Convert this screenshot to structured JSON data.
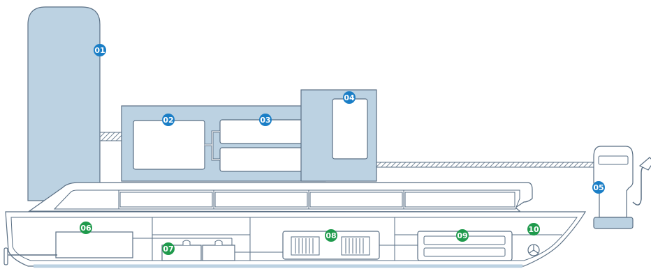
{
  "colors": {
    "outline": "#5a6f84",
    "fill_light": "#bcd2e2",
    "white": "#ffffff",
    "badge_blue": "#1a7ec6",
    "badge_green": "#1f9a4c"
  },
  "markers": [
    {
      "id": "m01",
      "label": "01",
      "color": "badge_blue"
    },
    {
      "id": "m02",
      "label": "02",
      "color": "badge_blue"
    },
    {
      "id": "m03",
      "label": "03",
      "color": "badge_blue"
    },
    {
      "id": "m04",
      "label": "04",
      "color": "badge_blue"
    },
    {
      "id": "m05",
      "label": "05",
      "color": "badge_blue"
    },
    {
      "id": "m06",
      "label": "06",
      "color": "badge_green"
    },
    {
      "id": "m07",
      "label": "07",
      "color": "badge_green"
    },
    {
      "id": "m08",
      "label": "08",
      "color": "badge_green"
    },
    {
      "id": "m09",
      "label": "09",
      "color": "badge_green"
    },
    {
      "id": "m10",
      "label": "10",
      "color": "badge_green"
    }
  ]
}
